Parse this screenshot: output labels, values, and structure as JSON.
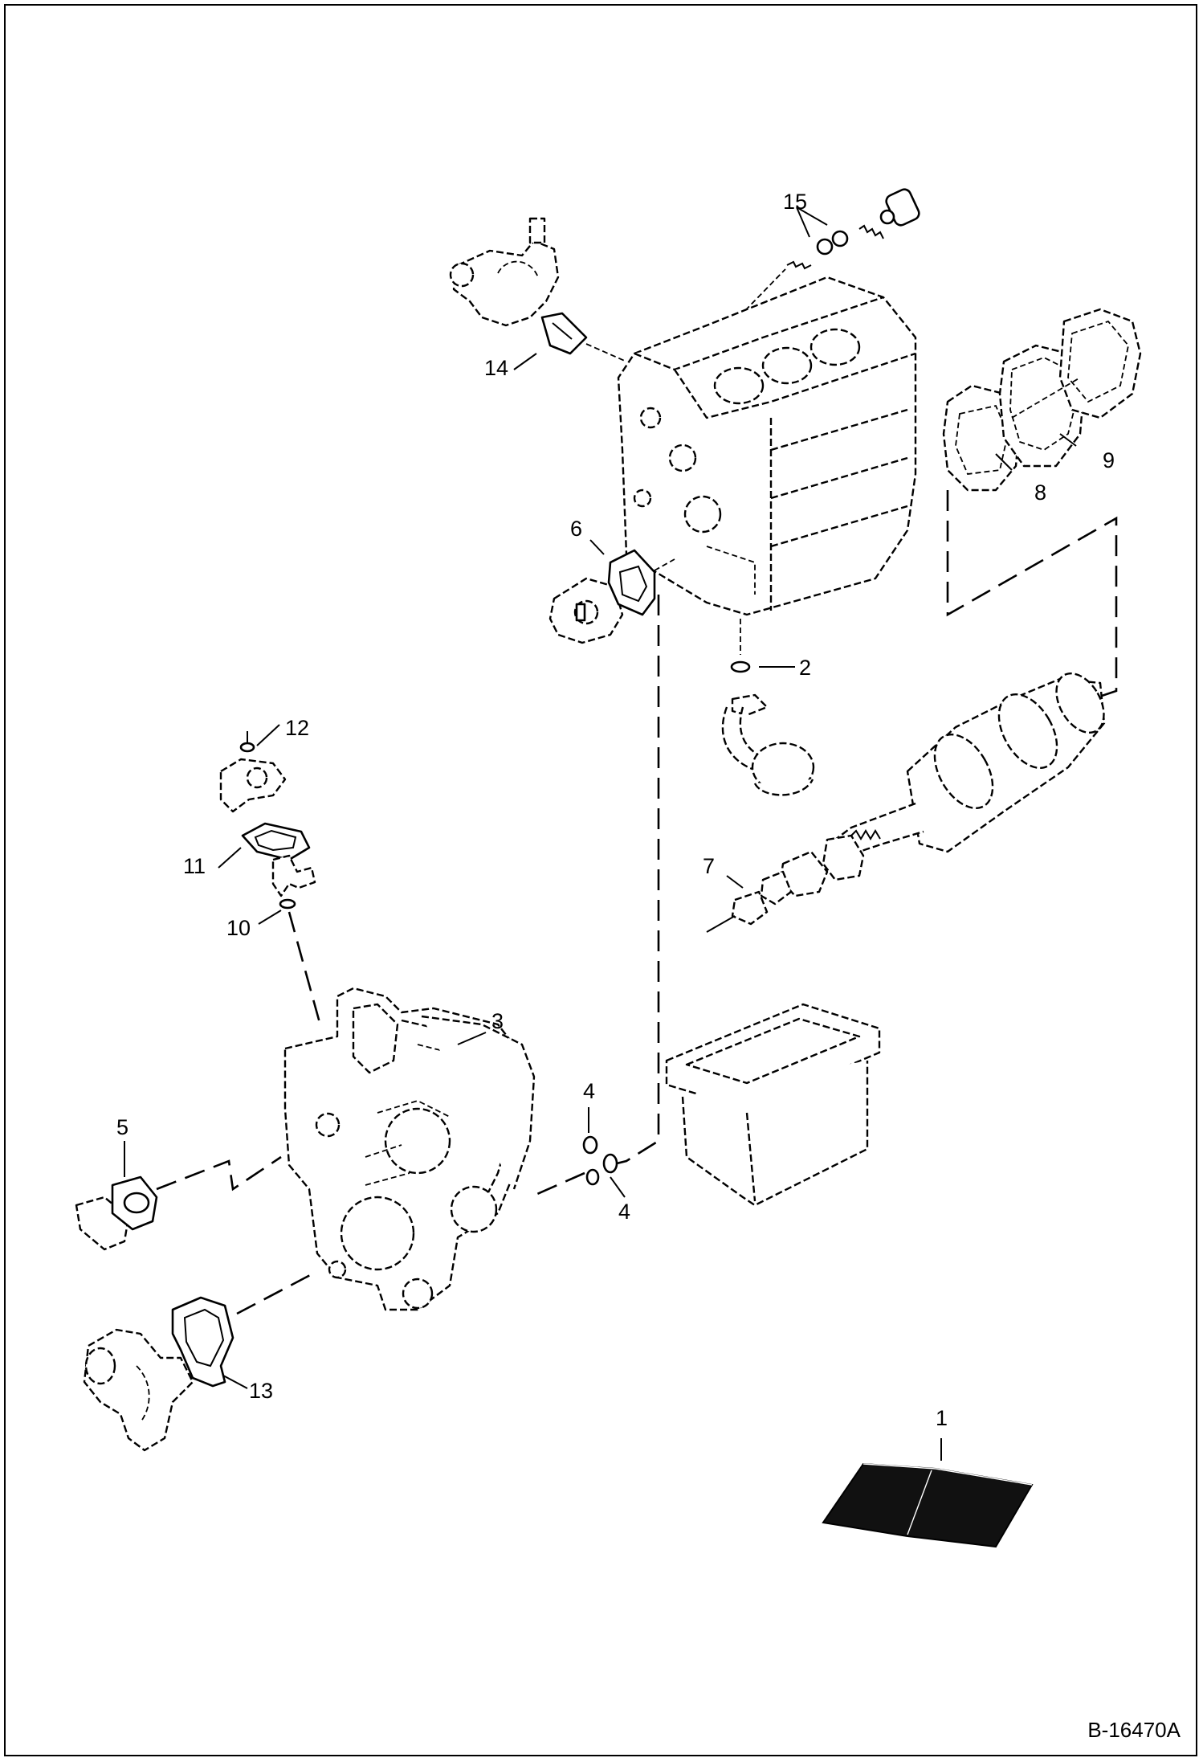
{
  "callouts": [
    {
      "id": "c1",
      "label": "1"
    },
    {
      "id": "c2",
      "label": "2"
    },
    {
      "id": "c3",
      "label": "3"
    },
    {
      "id": "c4a",
      "label": "4"
    },
    {
      "id": "c4b",
      "label": "4"
    },
    {
      "id": "c5",
      "label": "5"
    },
    {
      "id": "c6",
      "label": "6"
    },
    {
      "id": "c7",
      "label": "7"
    },
    {
      "id": "c8",
      "label": "8"
    },
    {
      "id": "c9",
      "label": "9"
    },
    {
      "id": "c10",
      "label": "10"
    },
    {
      "id": "c11",
      "label": "11"
    },
    {
      "id": "c12",
      "label": "12"
    },
    {
      "id": "c13",
      "label": "13"
    },
    {
      "id": "c14",
      "label": "14"
    },
    {
      "id": "c15",
      "label": "15"
    }
  ],
  "figure_id": "B-16470A",
  "colors": {
    "line": "#000000",
    "background": "#ffffff"
  }
}
